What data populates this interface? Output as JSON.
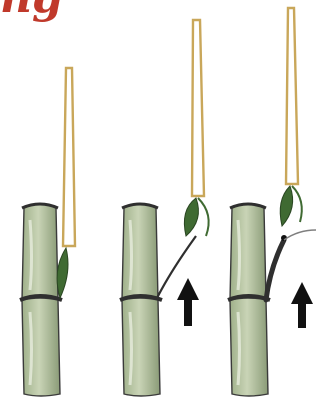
{
  "title_fragment": "ng",
  "colors": {
    "title": "#c0392b",
    "stem_fill": "#b9c7a5",
    "stem_shade": "#8fa27b",
    "stem_outline": "#3a3a3a",
    "node_band": "#2f2f2f",
    "stake_stroke": "#c9a75a",
    "leaf": "#3f6a32",
    "leaf_light": "#6f9a52",
    "arrow": "#111111"
  },
  "icons": [
    "bamboo-stem",
    "wooden-stake",
    "leaf-bud",
    "up-arrow"
  ],
  "panels": [
    {
      "id": "step-1",
      "has_arrow": false,
      "branch": "none"
    },
    {
      "id": "step-2",
      "has_arrow": true,
      "branch": "thin"
    },
    {
      "id": "step-3",
      "has_arrow": true,
      "branch": "thick"
    }
  ]
}
